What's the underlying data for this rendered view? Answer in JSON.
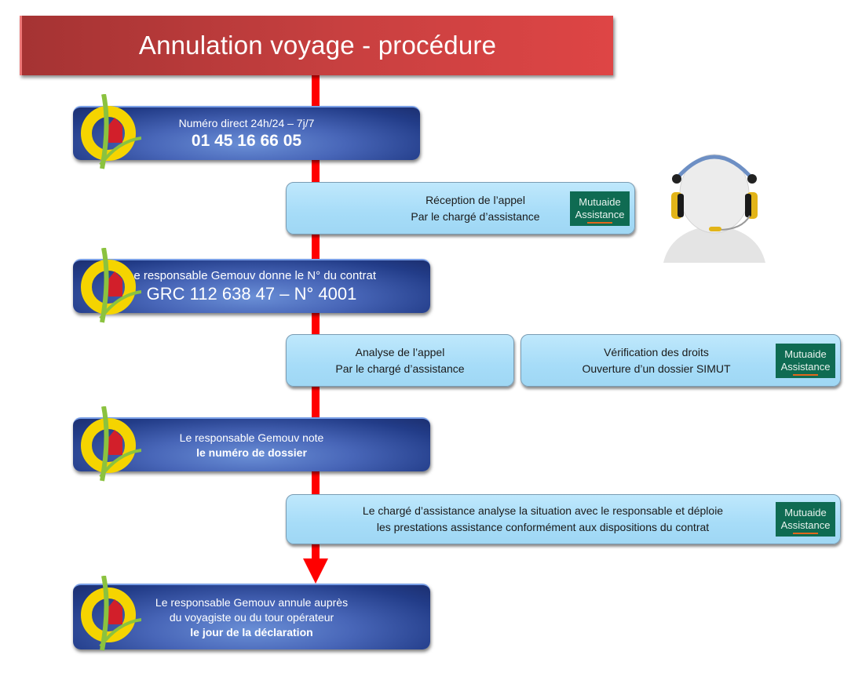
{
  "title": "Annulation voyage - procédure",
  "steps": {
    "step1": {
      "line1": "Numéro direct 24h/24 – 7j/7",
      "line2": "01 45 16 66 05"
    },
    "step2": {
      "line1": "Réception de l’appel",
      "line2": "Par le chargé d’assistance"
    },
    "step3": {
      "line1": "Le responsable Gemouv donne le N° du contrat",
      "line2": "GRC 112 638 47 – N° 4001"
    },
    "step4a": {
      "line1": "Analyse de l’appel",
      "line2": "Par le chargé d’assistance"
    },
    "step4b": {
      "line1": "Vérification des droits",
      "line2": "Ouverture d’un dossier SIMUT"
    },
    "step5": {
      "line1": "Le responsable Gemouv  note",
      "line2": "le numéro de dossier"
    },
    "step6": {
      "line1": "Le chargé d’assistance analyse la situation avec le responsable et déploie",
      "line2": "les prestations assistance conformément aux dispositions du contrat"
    },
    "step7": {
      "line1": "Le responsable Gemouv  annule auprès",
      "line2": "du voyagiste ou du tour opérateur",
      "line3": "le jour de la déclaration"
    }
  },
  "badge": {
    "line1": "Mutuaide",
    "line2": "Assistance"
  },
  "icons": {
    "logo": "gemouv-logo-icon",
    "operator": "headset-operator-icon"
  },
  "colors": {
    "header": "#c23c3c",
    "connector": "#ff0000",
    "dark_box": "#2a4596",
    "light_box": "#a6dcf8",
    "badge": "#0f6b52"
  }
}
